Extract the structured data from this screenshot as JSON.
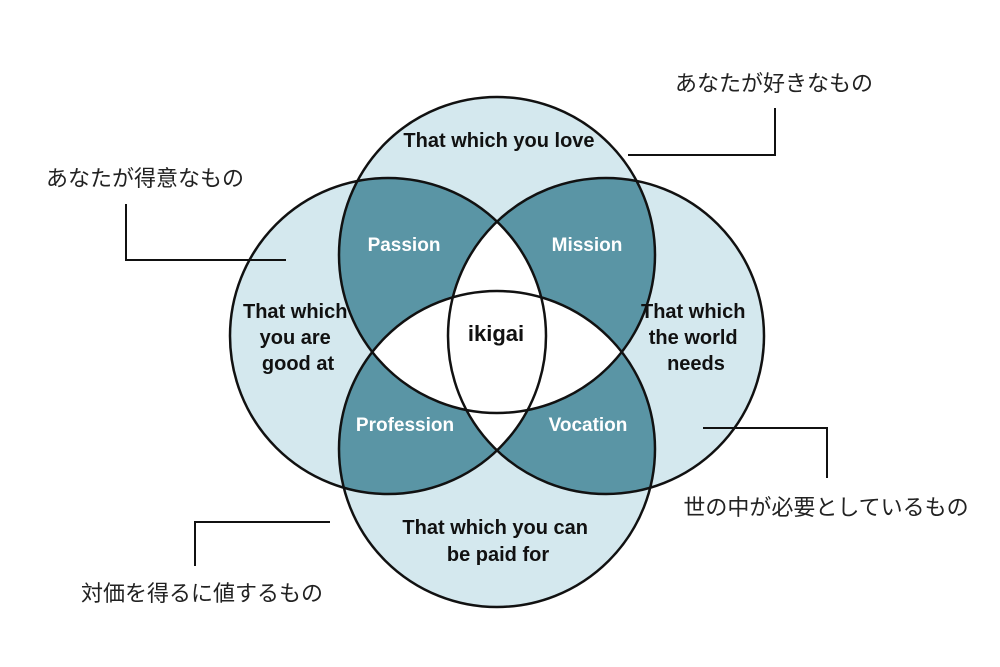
{
  "colors": {
    "circle_fill": "#d4e8ee",
    "overlap_fill": "#5a95a5",
    "center_fill": "#ffffff",
    "outline": "#111111"
  },
  "circles": {
    "top": {
      "lines": [
        "That which you love"
      ]
    },
    "left": {
      "lines": [
        "That which",
        "you are",
        "good at"
      ]
    },
    "right": {
      "lines": [
        "That which",
        "the world",
        "needs"
      ]
    },
    "bottom": {
      "lines": [
        "That which you can",
        "be paid for"
      ]
    }
  },
  "intersections": {
    "passion": "Passion",
    "mission": "Mission",
    "profession": "Profession",
    "vocation": "Vocation"
  },
  "center": "ikigai",
  "annotations": {
    "love": "あなたが好きなもの",
    "good_at": "あなたが得意なもの",
    "world_needs": "世の中が必要としているもの",
    "paid_for": "対価を得るに値するもの"
  }
}
